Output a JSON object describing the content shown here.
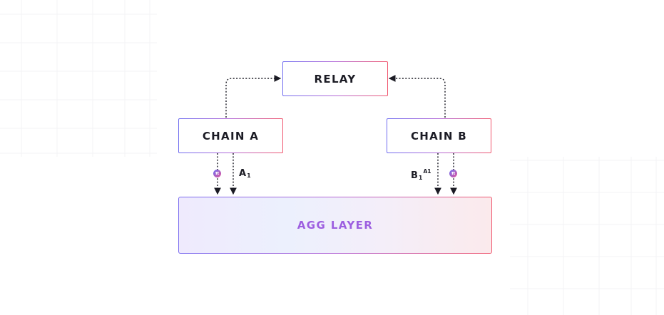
{
  "nodes": {
    "relay": "RELAY",
    "chain_a": "CHAIN A",
    "chain_b": "CHAIN B",
    "agg_layer": "AGG LAYER"
  },
  "edge_labels": {
    "a_base": "A",
    "a_sub": "1",
    "b_base": "B",
    "b_sub": "1",
    "b_sup": "A1"
  },
  "proof_symbol": "π",
  "colors": {
    "gradient_start": "#6f6cf0",
    "gradient_mid": "#b36ad8",
    "gradient_end": "#f0566d",
    "agg_text": "#9d5fe0",
    "text": "#1b1b24"
  }
}
